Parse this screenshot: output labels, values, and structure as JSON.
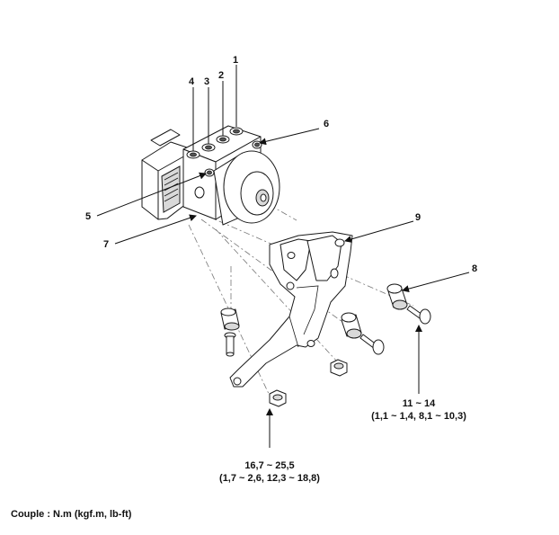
{
  "callouts": {
    "c1": "1",
    "c2": "2",
    "c3": "3",
    "c4": "4",
    "c5": "5",
    "c6": "6",
    "c7": "7",
    "c8": "8",
    "c9": "9"
  },
  "torque_bracket_bolt": {
    "line1": "11 ~ 14",
    "line2": "(1,1 ~ 1,4, 8,1 ~ 10,3)"
  },
  "torque_bracket_nut": {
    "line1": "16,7 ~ 25,5",
    "line2": "(1,7 ~ 2,6, 12,3 ~ 18,8)"
  },
  "caption": "Couple : N.m (kgf.m, lb-ft)"
}
